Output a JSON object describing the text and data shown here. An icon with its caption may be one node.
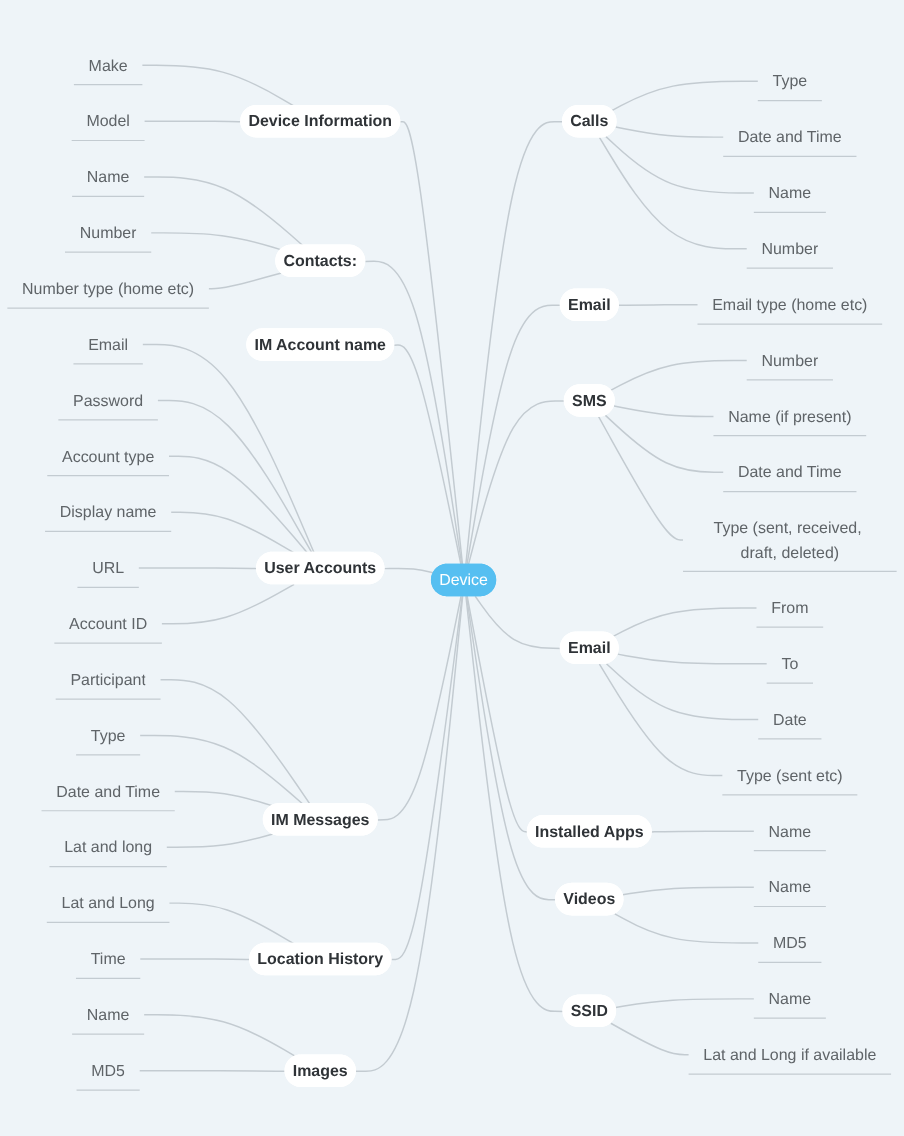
{
  "diagram": {
    "nodes": [
      {
        "text": [
          "Device"
        ]
      },
      {
        "text": [
          "Device Information"
        ]
      },
      {
        "text": [
          "Make"
        ]
      },
      {
        "text": [
          "Model"
        ]
      },
      {
        "text": [
          "Contacts:"
        ]
      },
      {
        "text": [
          "Name"
        ]
      },
      {
        "text": [
          "Number"
        ]
      },
      {
        "text": [
          "Number type (home etc)"
        ]
      },
      {
        "text": [
          "IM Account name"
        ]
      },
      {
        "text": [
          "User Accounts"
        ]
      },
      {
        "text": [
          "Email"
        ]
      },
      {
        "text": [
          "Password"
        ]
      },
      {
        "text": [
          "Account type"
        ]
      },
      {
        "text": [
          "Display name"
        ]
      },
      {
        "text": [
          "URL"
        ]
      },
      {
        "text": [
          "Account ID"
        ]
      },
      {
        "text": [
          "IM Messages"
        ]
      },
      {
        "text": [
          "Participant"
        ]
      },
      {
        "text": [
          "Type"
        ]
      },
      {
        "text": [
          "Date and Time"
        ]
      },
      {
        "text": [
          "Lat and long"
        ]
      },
      {
        "text": [
          "Location History"
        ]
      },
      {
        "text": [
          "Lat and Long"
        ]
      },
      {
        "text": [
          "Time"
        ]
      },
      {
        "text": [
          "Images"
        ]
      },
      {
        "text": [
          "Name"
        ]
      },
      {
        "text": [
          "MD5"
        ]
      },
      {
        "text": [
          "Calls"
        ]
      },
      {
        "text": [
          "Type"
        ]
      },
      {
        "text": [
          "Date and Time"
        ]
      },
      {
        "text": [
          "Name"
        ]
      },
      {
        "text": [
          "Number"
        ]
      },
      {
        "text": [
          "Email"
        ]
      },
      {
        "text": [
          "Email type (home etc)"
        ]
      },
      {
        "text": [
          "SMS"
        ]
      },
      {
        "text": [
          "Number"
        ]
      },
      {
        "text": [
          "Name (if present)"
        ]
      },
      {
        "text": [
          "Date and Time"
        ]
      },
      {
        "text": [
          "Type (sent, received, draft, deleted)"
        ]
      },
      {
        "text": [
          "Email"
        ]
      },
      {
        "text": [
          "From"
        ]
      },
      {
        "text": [
          "To"
        ]
      },
      {
        "text": [
          "Date"
        ]
      },
      {
        "text": [
          "Type (sent etc)"
        ]
      },
      {
        "text": [
          "Installed Apps"
        ]
      },
      {
        "text": [
          "Name"
        ]
      },
      {
        "text": [
          "Videos"
        ]
      },
      {
        "text": [
          "Name"
        ]
      },
      {
        "text": [
          "MD5"
        ]
      },
      {
        "text": [
          "SSID"
        ]
      },
      {
        "text": [
          "Name"
        ]
      },
      {
        "text": [
          "Lat and Long if available"
        ]
      }
    ],
    "edges": [
      {
        "from": 0,
        "to": 1,
        "arrow": "none"
      },
      {
        "from": 1,
        "to": 2,
        "arrow": "none"
      },
      {
        "from": 1,
        "to": 3,
        "arrow": "none"
      },
      {
        "from": 0,
        "to": 4,
        "arrow": "none"
      },
      {
        "from": 4,
        "to": 5,
        "arrow": "none"
      },
      {
        "from": 4,
        "to": 6,
        "arrow": "none"
      },
      {
        "from": 4,
        "to": 7,
        "arrow": "none"
      },
      {
        "from": 0,
        "to": 8,
        "arrow": "none"
      },
      {
        "from": 0,
        "to": 9,
        "arrow": "none"
      },
      {
        "from": 9,
        "to": 10,
        "arrow": "none"
      },
      {
        "from": 9,
        "to": 11,
        "arrow": "none"
      },
      {
        "from": 9,
        "to": 12,
        "arrow": "none"
      },
      {
        "from": 9,
        "to": 13,
        "arrow": "none"
      },
      {
        "from": 9,
        "to": 14,
        "arrow": "none"
      },
      {
        "from": 9,
        "to": 15,
        "arrow": "none"
      },
      {
        "from": 0,
        "to": 16,
        "arrow": "none"
      },
      {
        "from": 16,
        "to": 17,
        "arrow": "none"
      },
      {
        "from": 16,
        "to": 18,
        "arrow": "none"
      },
      {
        "from": 16,
        "to": 19,
        "arrow": "none"
      },
      {
        "from": 16,
        "to": 20,
        "arrow": "none"
      },
      {
        "from": 0,
        "to": 21,
        "arrow": "none"
      },
      {
        "from": 21,
        "to": 22,
        "arrow": "none"
      },
      {
        "from": 21,
        "to": 23,
        "arrow": "none"
      },
      {
        "from": 0,
        "to": 24,
        "arrow": "none"
      },
      {
        "from": 24,
        "to": 25,
        "arrow": "none"
      },
      {
        "from": 24,
        "to": 26,
        "arrow": "none"
      },
      {
        "from": 0,
        "to": 27,
        "arrow": "none"
      },
      {
        "from": 27,
        "to": 28,
        "arrow": "none"
      },
      {
        "from": 27,
        "to": 29,
        "arrow": "none"
      },
      {
        "from": 27,
        "to": 30,
        "arrow": "none"
      },
      {
        "from": 27,
        "to": 31,
        "arrow": "none"
      },
      {
        "from": 0,
        "to": 32,
        "arrow": "none"
      },
      {
        "from": 32,
        "to": 33,
        "arrow": "none"
      },
      {
        "from": 0,
        "to": 34,
        "arrow": "none"
      },
      {
        "from": 34,
        "to": 35,
        "arrow": "none"
      },
      {
        "from": 34,
        "to": 36,
        "arrow": "none"
      },
      {
        "from": 34,
        "to": 37,
        "arrow": "none"
      },
      {
        "from": 34,
        "to": 38,
        "arrow": "none"
      },
      {
        "from": 0,
        "to": 39,
        "arrow": "none"
      },
      {
        "from": 39,
        "to": 40,
        "arrow": "none"
      },
      {
        "from": 39,
        "to": 41,
        "arrow": "none"
      },
      {
        "from": 39,
        "to": 42,
        "arrow": "none"
      },
      {
        "from": 39,
        "to": 43,
        "arrow": "none"
      },
      {
        "from": 0,
        "to": 44,
        "arrow": "none"
      },
      {
        "from": 44,
        "to": 45,
        "arrow": "none"
      },
      {
        "from": 0,
        "to": 46,
        "arrow": "none"
      },
      {
        "from": 46,
        "to": 47,
        "arrow": "none"
      },
      {
        "from": 46,
        "to": 48,
        "arrow": "none"
      },
      {
        "from": 0,
        "to": 49,
        "arrow": "none"
      },
      {
        "from": 49,
        "to": 50,
        "arrow": "none"
      },
      {
        "from": 49,
        "to": 51,
        "arrow": "none"
      }
    ]
  }
}
